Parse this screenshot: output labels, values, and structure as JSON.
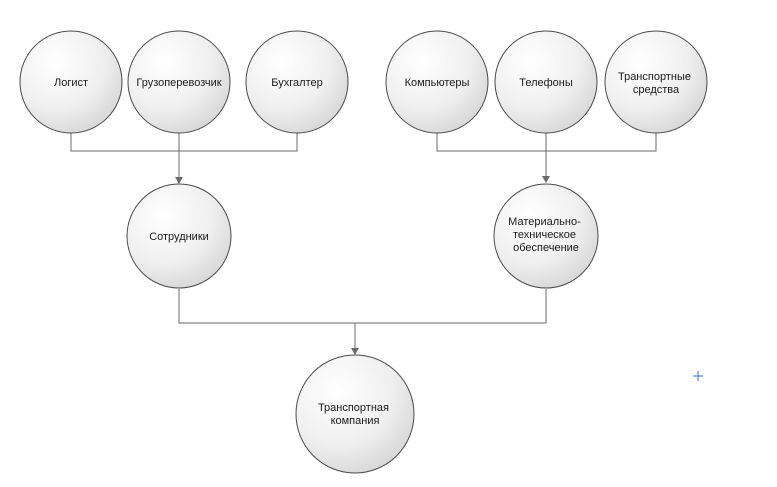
{
  "diagram": {
    "nodes": {
      "logist": [
        "Логист"
      ],
      "carrier": [
        "Грузоперевозчик"
      ],
      "accountant": [
        "Бухгалтер"
      ],
      "computers": [
        "Компьютеры"
      ],
      "phones": [
        "Телефоны"
      ],
      "vehicles": [
        "Транспортные",
        "средства"
      ],
      "staff": [
        "Сотрудники"
      ],
      "material": [
        "Материально-",
        "техническое",
        "обеспечение"
      ],
      "company": [
        "Транспортная",
        "компания"
      ]
    },
    "edges": [
      [
        "logist",
        "staff"
      ],
      [
        "carrier",
        "staff"
      ],
      [
        "accountant",
        "staff"
      ],
      [
        "computers",
        "material"
      ],
      [
        "phones",
        "material"
      ],
      [
        "vehicles",
        "material"
      ],
      [
        "staff",
        "company"
      ],
      [
        "material",
        "company"
      ]
    ],
    "colors": {
      "fill_light": "#ffffff",
      "fill_dark": "#d4d4d4",
      "stroke": "#4a4a4a",
      "connector": "#6a6a6a",
      "text": "#1a1a1a",
      "cursor": "#3a6fc4"
    }
  }
}
